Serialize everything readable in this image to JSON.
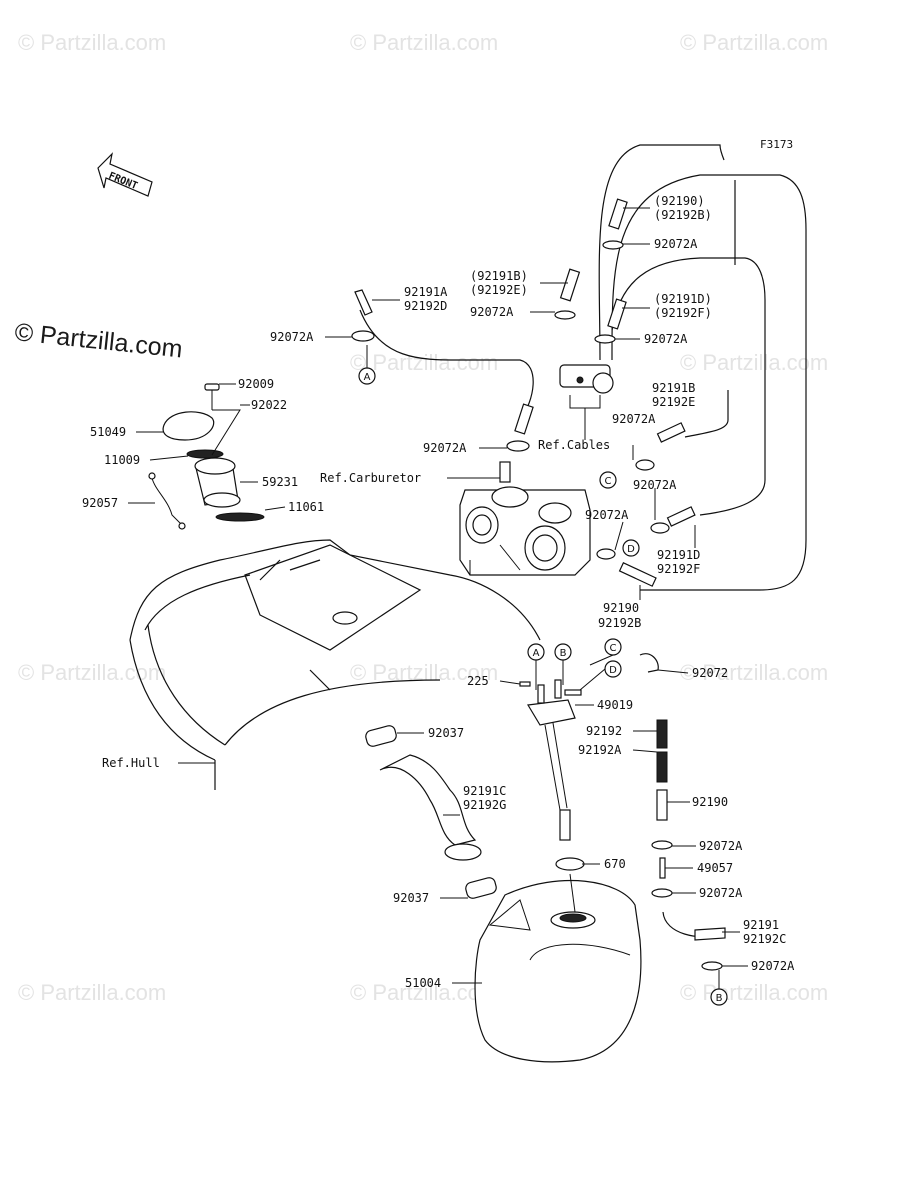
{
  "diagram_id": "F3173",
  "watermark": "© Partzilla.com",
  "front_arrow": "FRONT",
  "refs": {
    "carburetor": "Ref.Carburetor",
    "cables": "Ref.Cables",
    "hull": "Ref.Hull"
  },
  "connectors": [
    "A",
    "B",
    "C",
    "D"
  ],
  "parts": {
    "p92190_92192B_top_1": "(92190)",
    "p92190_92192B_top_2": "(92192B)",
    "p92072A_1": "92072A",
    "p92191B_top_1": "(92191B)",
    "p92191B_top_2": "(92192E)",
    "p92072A_2": "92072A",
    "p92191D_top_1": "(92191D)",
    "p92191D_top_2": "(92192F)",
    "p92072A_3": "92072A",
    "p92191A_1": "92191A",
    "p92191A_2": "92192D",
    "p92072A_left": "92072A",
    "p92009": "92009",
    "p92022": "92022",
    "p51049": "51049",
    "p11009": "11009",
    "p59231": "59231",
    "p92057": "92057",
    "p11061": "11061",
    "p92072A_carb": "92072A",
    "p92191B_1": "92191B",
    "p92191B_2": "92192E",
    "p92072A_c": "92072A",
    "p92072A_d": "92072A",
    "p92072A_e": "92072A",
    "p92191D_1": "92191D",
    "p92191D_2": "92192F",
    "p92190_1": "92190",
    "p92190_2": "92192B",
    "p225": "225",
    "p49019": "49019",
    "p92072": "92072",
    "p92192": "92192",
    "p92192A": "92192A",
    "p92190_r": "92190",
    "p92037_a": "92037",
    "p92191C_1": "92191C",
    "p92191C_2": "92192G",
    "p92072A_f": "92072A",
    "p670": "670",
    "p49057": "49057",
    "p92072A_g": "92072A",
    "p92037_b": "92037",
    "p92191_1": "92191",
    "p92191_2": "92192C",
    "p51004": "51004",
    "p92072A_h": "92072A"
  }
}
